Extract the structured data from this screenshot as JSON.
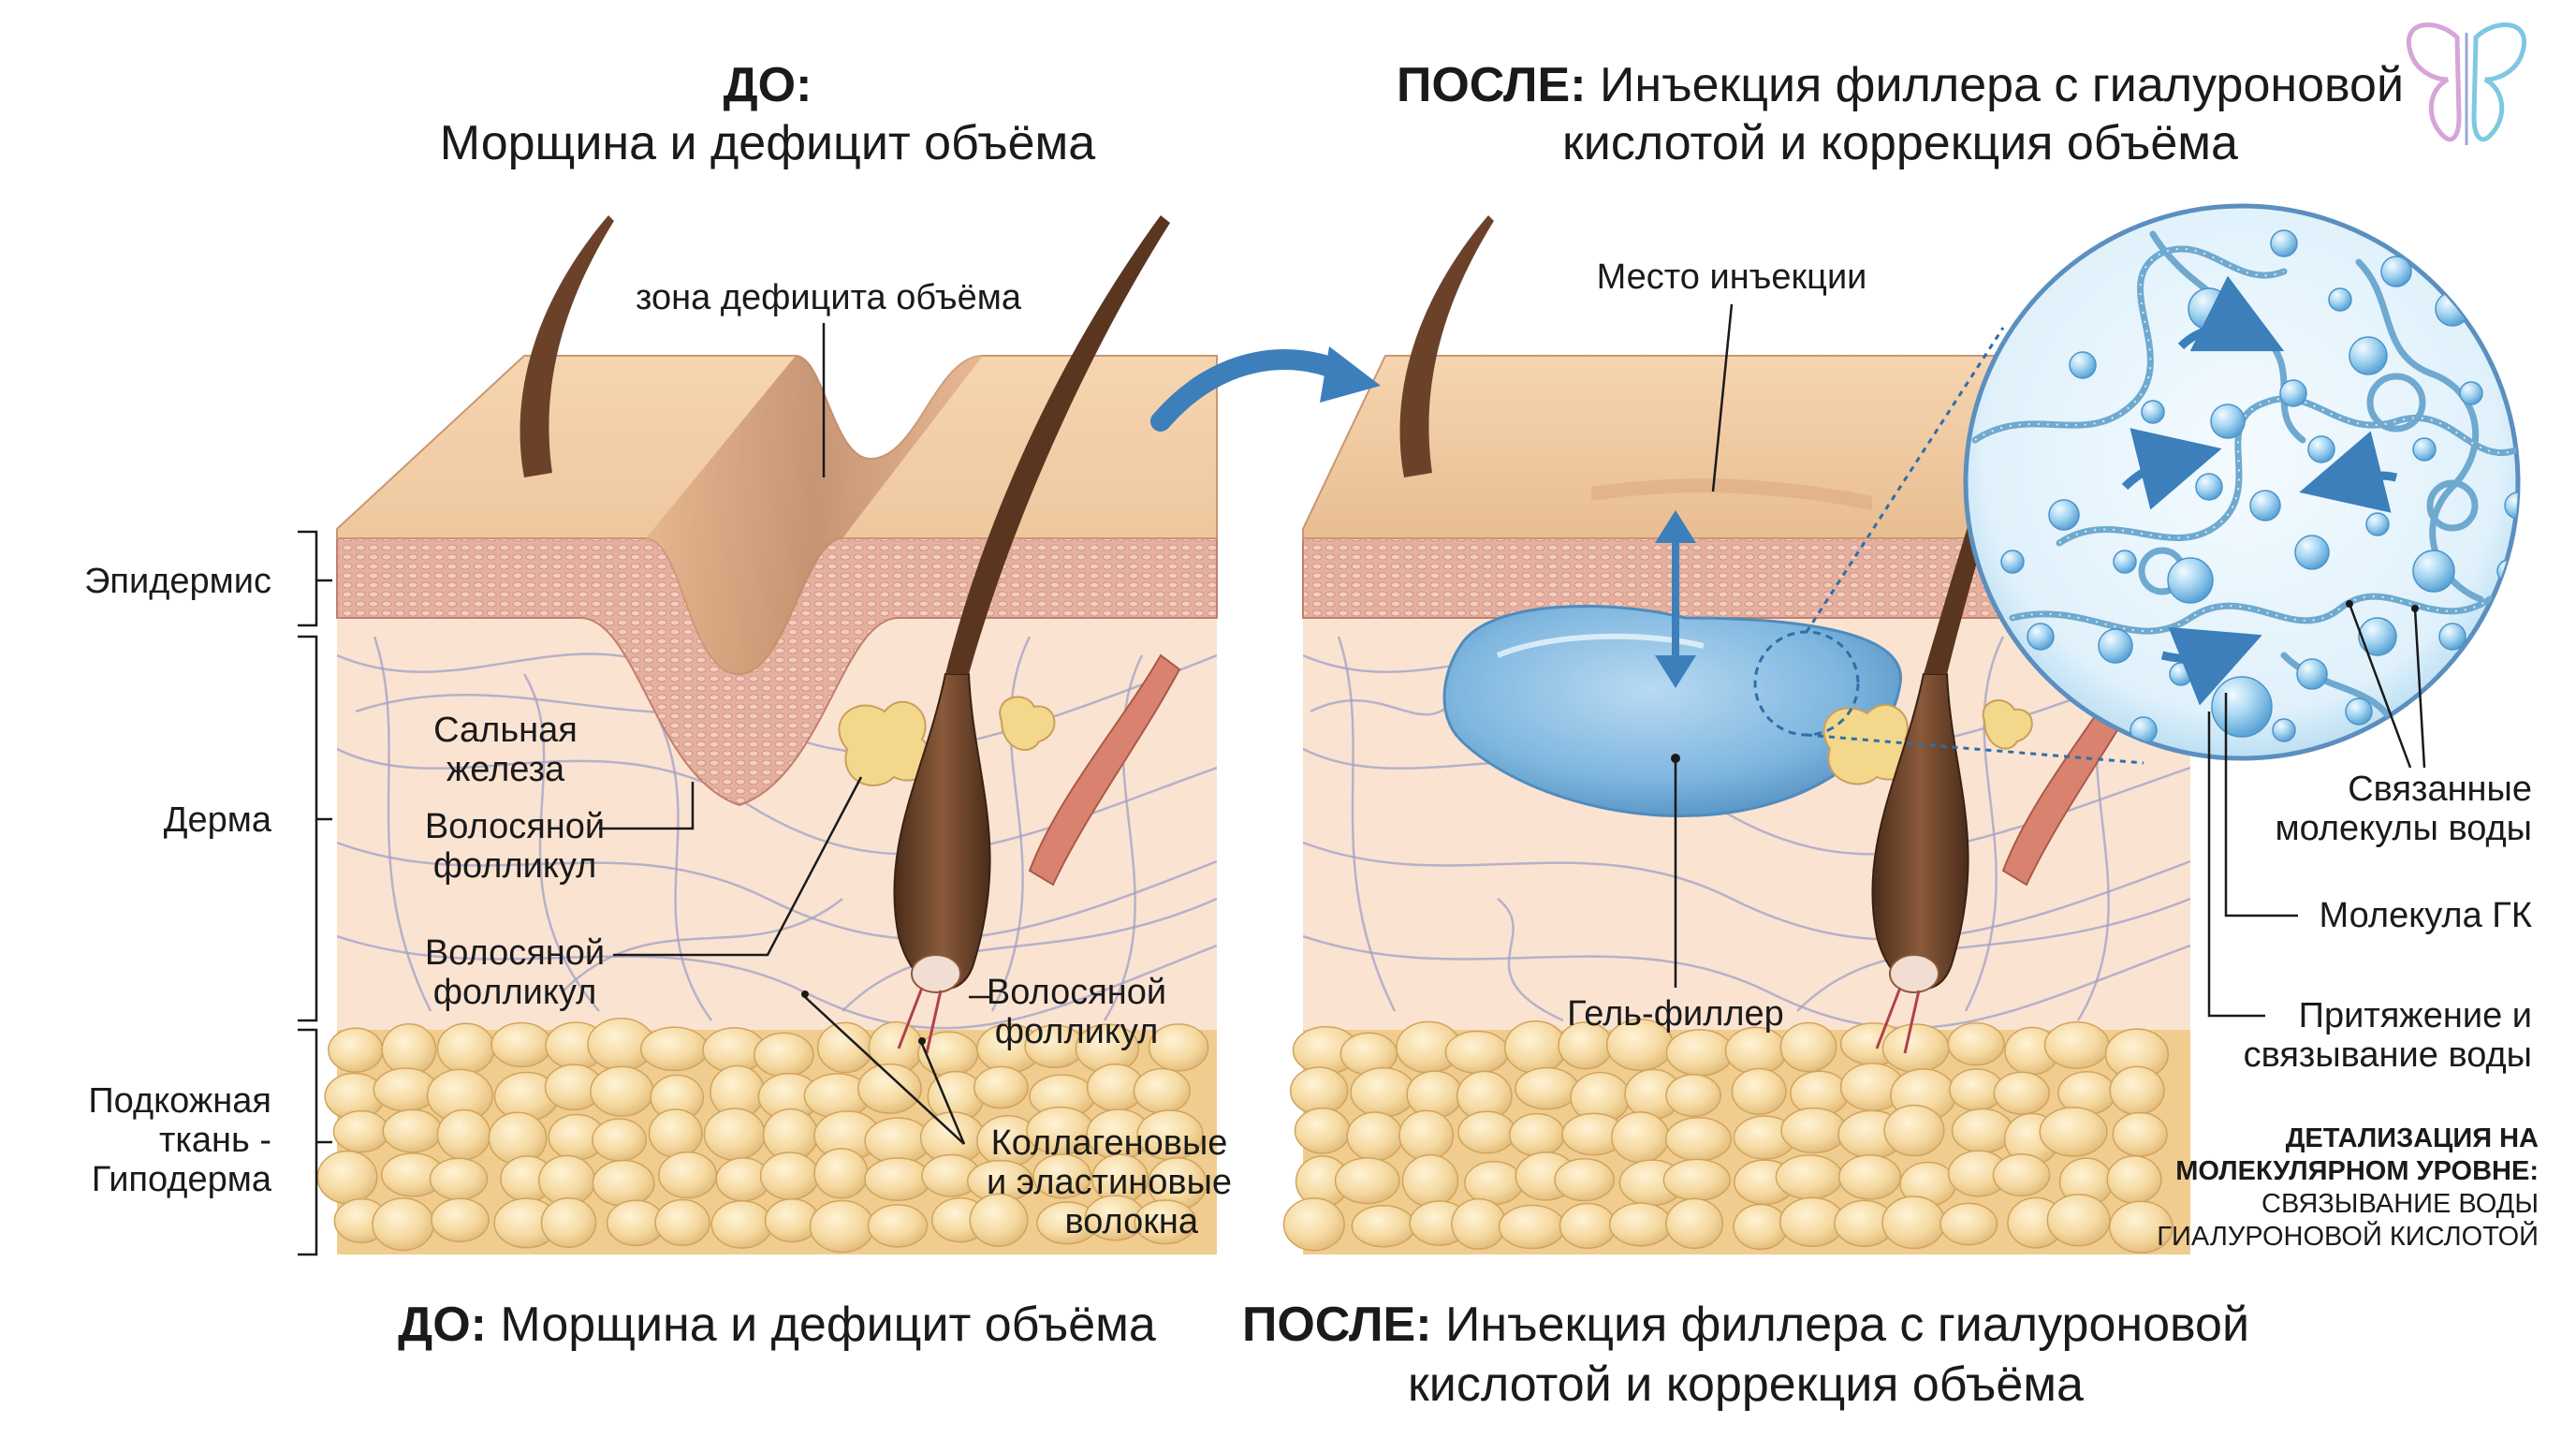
{
  "before": {
    "title_bold": "ДО:",
    "title_line2": "Морщина и дефицит объёма",
    "volume_deficit_label": "зона дефицита объёма",
    "sebaceous_gland_label_1": "Сальная",
    "sebaceous_gland_label_2": "железа",
    "follicle_a_1": "Волосяной",
    "follicle_a_2": "фолликул",
    "follicle_b_1": "Волосяной",
    "follicle_b_2": "фолликул",
    "follicle_c_1": "Волосяной",
    "follicle_c_2": "фолликул",
    "fibers_1": "Коллагеновые",
    "fibers_2": "и эластиновые",
    "fibers_3": "волокна",
    "caption_bold": "ДО:",
    "caption_rest": " Морщина и дефицит объёма"
  },
  "layers": {
    "epidermis": "Эпидермис",
    "dermis": "Дерма",
    "hypodermis_1": "Подкожная",
    "hypodermis_2": "ткань -",
    "hypodermis_3": "Гиподерма"
  },
  "after": {
    "title_bold": "ПОСЛЕ:",
    "title_rest": " Инъекция филлера с гиалуроновой",
    "title_line2": "кислотой и коррекция объёма",
    "injection_site_label": "Место инъекции",
    "gel_filler_label": "Гель-филлер",
    "caption_bold": "ПОСЛЕ:",
    "caption_rest": " Инъекция филлера с гиалуроновой",
    "caption_line2": "кислотой и коррекция объёма"
  },
  "molecular": {
    "bound_water_1": "Связанные",
    "bound_water_2": "молекулы воды",
    "ha_molecule": "Молекула ГК",
    "attraction_1": "Притяжение и",
    "attraction_2": "связывание воды",
    "detail_bold_1": "ДЕТАЛИЗАЦИЯ НА",
    "detail_bold_2": "МОЛЕКУЛЯРНОМ УРОВНЕ:",
    "detail_rest_1": "СВЯЗЫВАНИЕ ВОДЫ",
    "detail_rest_2": "ГИАЛУРОНОВОЙ КИСЛОТОЙ"
  },
  "colors": {
    "skin_surface": "#f0c9a0",
    "epidermis_pink": "#e8b0a0",
    "dermis": "#fbe3d2",
    "fat": "#f3d49a",
    "gel_blue": "#7fb5de",
    "arrow_blue": "#3c7fba",
    "water_blue": "#9fd0ef",
    "hair_brown": "#6b4229"
  },
  "icons": {
    "logo": "butterfly-faces-logo",
    "transition_arrow": "curved-arrow-right-icon",
    "lift_arrow": "double-arrow-vertical-icon"
  }
}
